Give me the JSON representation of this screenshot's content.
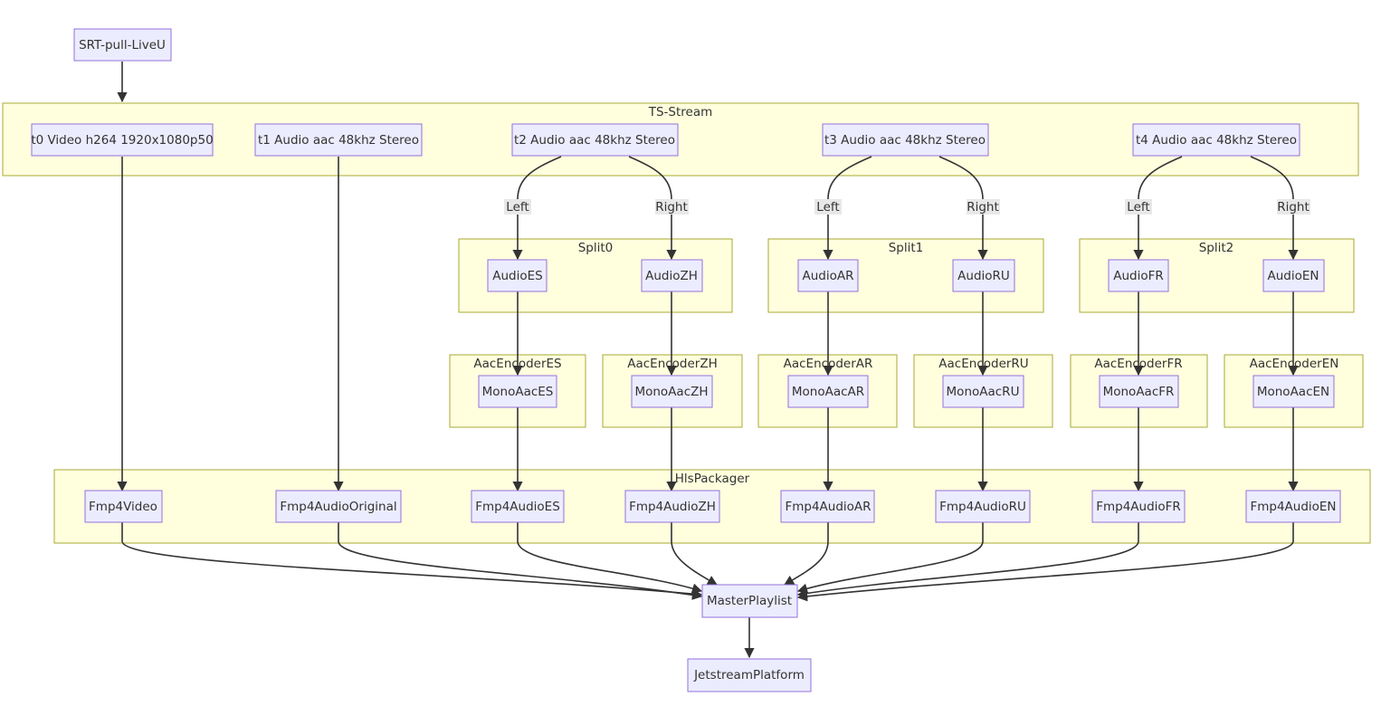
{
  "clusters": {
    "ts": "TS-Stream",
    "split0": "Split0",
    "split1": "Split1",
    "split2": "Split2",
    "encES": "AacEncoderES",
    "encZH": "AacEncoderZH",
    "encAR": "AacEncoderAR",
    "encRU": "AacEncoderRU",
    "encFR": "AacEncoderFR",
    "encEN": "AacEncoderEN",
    "hls": "HlsPackager"
  },
  "nodes": {
    "srt": "SRT-pull-LiveU",
    "t0": "t0 Video h264 1920x1080p50",
    "t1": "t1 Audio aac 48khz Stereo",
    "t2": "t2 Audio aac 48khz Stereo",
    "t3": "t3 Audio aac 48khz Stereo",
    "t4": "t4 Audio aac 48khz Stereo",
    "audioES": "AudioES",
    "audioZH": "AudioZH",
    "audioAR": "AudioAR",
    "audioRU": "AudioRU",
    "audioFR": "AudioFR",
    "audioEN": "AudioEN",
    "monoES": "MonoAacES",
    "monoZH": "MonoAacZH",
    "monoAR": "MonoAacAR",
    "monoRU": "MonoAacRU",
    "monoFR": "MonoAacFR",
    "monoEN": "MonoAacEN",
    "fmpVideo": "Fmp4Video",
    "fmpOrig": "Fmp4AudioOriginal",
    "fmpES": "Fmp4AudioES",
    "fmpZH": "Fmp4AudioZH",
    "fmpAR": "Fmp4AudioAR",
    "fmpRU": "Fmp4AudioRU",
    "fmpFR": "Fmp4AudioFR",
    "fmpEN": "Fmp4AudioEN",
    "master": "MasterPlaylist",
    "jet": "JetstreamPlatform"
  },
  "edge_labels": {
    "left": "Left",
    "right": "Right"
  },
  "colors": {
    "node_fill": "#ececff",
    "node_stroke": "#9370db",
    "cluster_fill": "#ffffde",
    "cluster_stroke": "#aaaa33",
    "edge": "#333333"
  }
}
